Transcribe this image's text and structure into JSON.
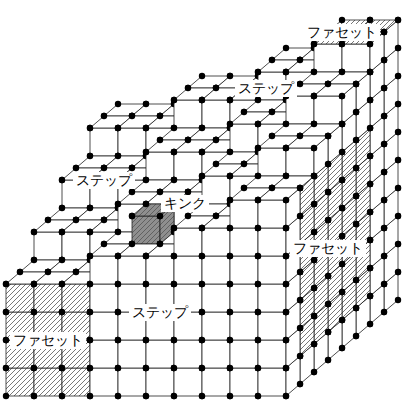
{
  "diagram": {
    "labels": [
      "ファセット",
      "ステップ",
      "ステップ",
      "キンク",
      "ファセット",
      "ステップ",
      "ファセット"
    ]
  }
}
